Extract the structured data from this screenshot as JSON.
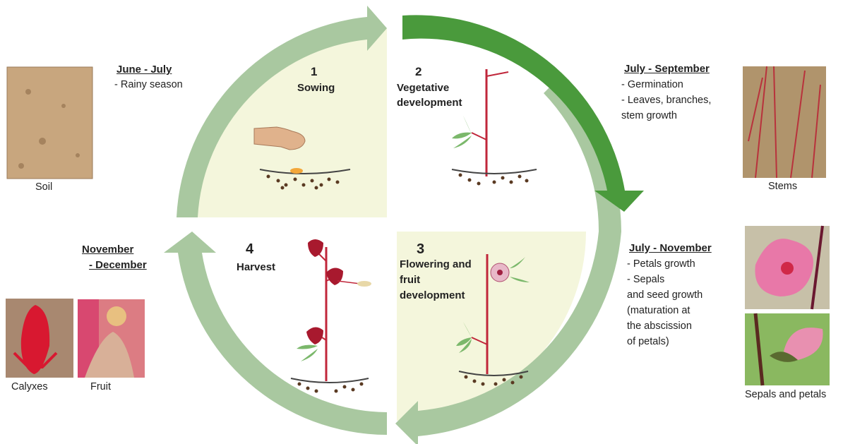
{
  "steps": [
    {
      "number": "1",
      "label": "Sowing"
    },
    {
      "number": "2",
      "label_line1": "Vegetative",
      "label_line2": "development"
    },
    {
      "number": "3",
      "label_line1": "Flowering and",
      "label_line2": "fruit",
      "label_line3": "development"
    },
    {
      "number": "4",
      "label": "Harvest"
    }
  ],
  "periods": {
    "june_july": {
      "header": "June - July",
      "lines": [
        "-  Rainy season"
      ]
    },
    "july_september": {
      "header": "July - September",
      "lines": [
        "-  Germination",
        "- Leaves, branches,",
        "stem growth"
      ]
    },
    "july_november": {
      "header": "July - November",
      "lines": [
        "- Petals growth",
        "- Sepals",
        "and seed growth",
        "(maturation at",
        "the abscission",
        "of petals)"
      ]
    },
    "november_december": {
      "header_line1": "November",
      "header_line2": "- December"
    }
  },
  "captions": {
    "soil": "Soil",
    "stems": "Stems",
    "calyxes": "Calyxes",
    "fruit": "Fruit",
    "sepals_petals": "Sepals and petals"
  },
  "colors": {
    "arc_light": "#a9c8a0",
    "arc_dark": "#4a9a3c",
    "quadrant_fill": "#f4f6dc",
    "stem": "#c0263a",
    "leaf": "#7bb86b",
    "soil_dot": "#5a3a22"
  }
}
